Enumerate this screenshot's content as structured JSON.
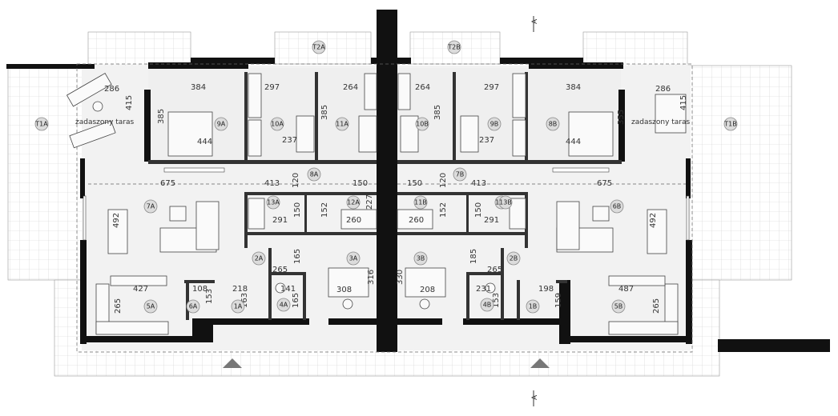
{
  "terrace_labels": {
    "left": "zadaszony taras",
    "right": "zadaszony taras"
  },
  "section_marks": {
    "top": "A",
    "bottom": "A"
  },
  "rooms": [
    {
      "id": "1A"
    },
    {
      "id": "2A"
    },
    {
      "id": "3A"
    },
    {
      "id": "4A"
    },
    {
      "id": "5A"
    },
    {
      "id": "6A"
    },
    {
      "id": "7A"
    },
    {
      "id": "8A"
    },
    {
      "id": "9A"
    },
    {
      "id": "10A"
    },
    {
      "id": "11A"
    },
    {
      "id": "12A"
    },
    {
      "id": "13A"
    },
    {
      "id": "T1A"
    },
    {
      "id": "T2A"
    },
    {
      "id": "1B"
    },
    {
      "id": "2B"
    },
    {
      "id": "3B"
    },
    {
      "id": "4B"
    },
    {
      "id": "5B"
    },
    {
      "id": "6B"
    },
    {
      "id": "7B"
    },
    {
      "id": "8B"
    },
    {
      "id": "9B"
    },
    {
      "id": "10B"
    },
    {
      "id": "11B"
    },
    {
      "id": "12B"
    },
    {
      "id": "13B"
    },
    {
      "id": "T1B"
    },
    {
      "id": "T2B"
    }
  ],
  "dimensions": [
    "286",
    "415",
    "384",
    "385",
    "297",
    "264",
    "264",
    "385",
    "297",
    "384",
    "385",
    "286",
    "415",
    "444",
    "237",
    "237",
    "444",
    "355",
    "675",
    "413",
    "120",
    "150",
    "150",
    "120",
    "413",
    "675",
    "492",
    "291",
    "150",
    "152",
    "260",
    "227",
    "260",
    "152",
    "150",
    "291",
    "492",
    "165",
    "265",
    "308",
    "316",
    "330",
    "208",
    "185",
    "265",
    "427",
    "108",
    "218",
    "141",
    "153",
    "163",
    "165",
    "231",
    "153",
    "198",
    "159",
    "487",
    "265",
    "265"
  ]
}
